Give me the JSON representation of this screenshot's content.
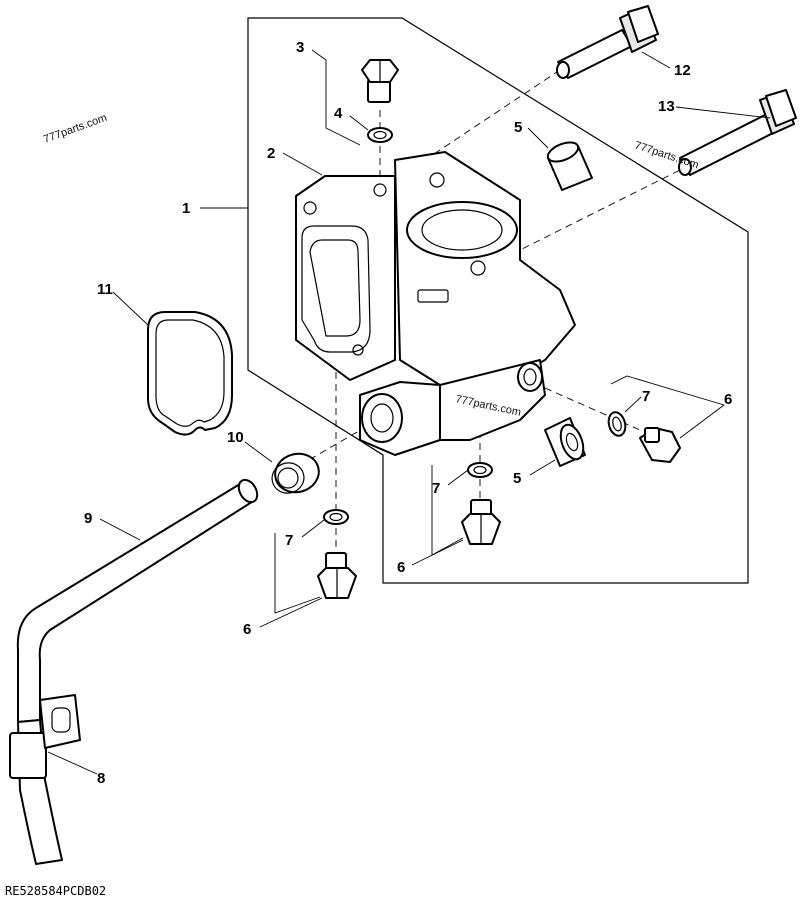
{
  "diagram": {
    "drawing_code": "RE528584PCDB02",
    "watermarks": [
      "777parts.com",
      "777parts.com",
      "777parts.com"
    ],
    "callouts": [
      {
        "id": "c1",
        "label": "1"
      },
      {
        "id": "c2",
        "label": "2"
      },
      {
        "id": "c3",
        "label": "3"
      },
      {
        "id": "c4",
        "label": "4"
      },
      {
        "id": "c5a",
        "label": "5"
      },
      {
        "id": "c5b",
        "label": "5"
      },
      {
        "id": "c6a",
        "label": "6"
      },
      {
        "id": "c6b",
        "label": "6"
      },
      {
        "id": "c6c",
        "label": "6"
      },
      {
        "id": "c7a",
        "label": "7"
      },
      {
        "id": "c7b",
        "label": "7"
      },
      {
        "id": "c7c",
        "label": "7"
      },
      {
        "id": "c8",
        "label": "8"
      },
      {
        "id": "c9",
        "label": "9"
      },
      {
        "id": "c10",
        "label": "10"
      },
      {
        "id": "c11",
        "label": "11"
      },
      {
        "id": "c12",
        "label": "12"
      },
      {
        "id": "c13",
        "label": "13"
      }
    ]
  }
}
